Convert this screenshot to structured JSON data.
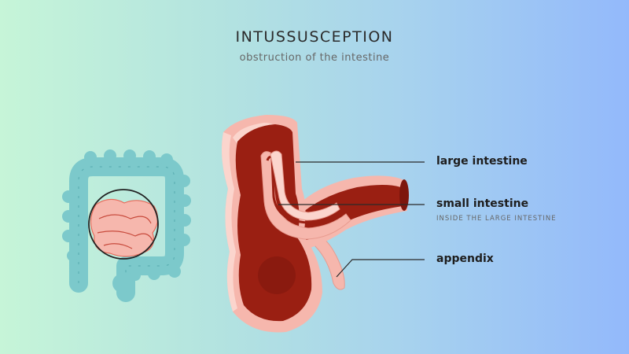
{
  "title": "INTUSSUSCEPTION",
  "subtitle": "obstruction of the intestine",
  "labels": {
    "large_intestine": "large intestine",
    "small_intestine": "small intestine",
    "small_intestine_note": "INSIDE THE LARGE INTESTINE",
    "appendix": "appendix"
  },
  "colors": {
    "colon": "#7cc9cb",
    "colon_outline": "#5db0b4",
    "skin": "#f6b7ad",
    "skin_light": "#fbd5cd",
    "tissue": "#9a1f12",
    "tissue_dark": "#7d160c",
    "accent": "#e86a5a"
  }
}
